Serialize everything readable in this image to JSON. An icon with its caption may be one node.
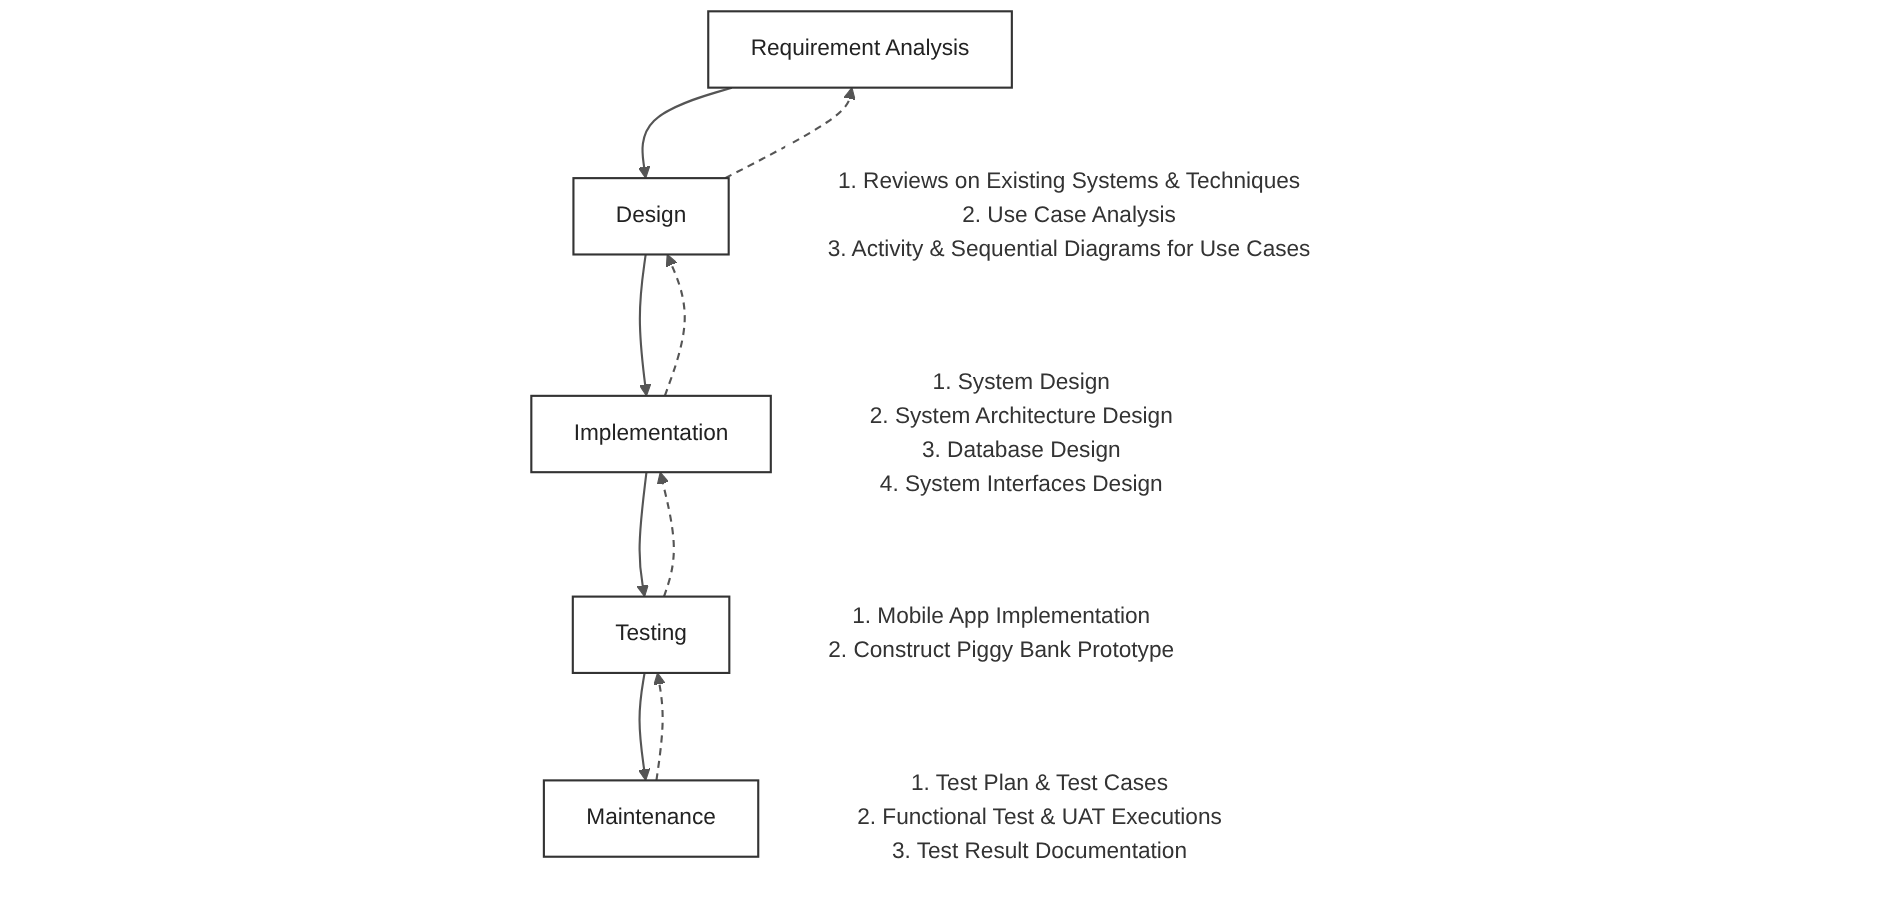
{
  "diagram": {
    "nodes": [
      {
        "text": [
          "Requirement Analysis"
        ],
        "beside": [
          "1. Reviews on Existing Systems & Techniques",
          "2. Use Case Analysis",
          "3. Activity & Sequential Diagrams for Use Cases"
        ]
      },
      {
        "text": [
          "Design"
        ],
        "beside": [
          "1. System Design",
          "2. System Architecture Design",
          "3. Database Design",
          "4. System Interfaces Design"
        ]
      },
      {
        "text": [
          "Implementation"
        ],
        "beside": [
          "1. Mobile App Implementation",
          "2. Construct Piggy Bank Prototype"
        ]
      },
      {
        "text": [
          "Testing"
        ],
        "beside": [
          "1. Test Plan & Test Cases",
          "2. Functional Test & UAT Executions",
          "3. Test Result Documentation"
        ]
      },
      {
        "text": [
          "Maintenance"
        ]
      }
    ],
    "edges": [
      {
        "from": 0,
        "to": 1,
        "arrow": "to"
      },
      {
        "from": 1,
        "to": 2,
        "arrow": "to"
      },
      {
        "from": 2,
        "to": 3,
        "arrow": "to"
      },
      {
        "from": 3,
        "to": 4,
        "arrow": "to"
      },
      {
        "from": 1,
        "to": 0,
        "arrow": "to",
        "style": "dashed"
      },
      {
        "from": 2,
        "to": 1,
        "arrow": "to",
        "style": "dashed"
      },
      {
        "from": 3,
        "to": 2,
        "arrow": "to",
        "style": "dashed"
      },
      {
        "from": 4,
        "to": 3,
        "arrow": "to",
        "style": "dashed"
      }
    ]
  }
}
